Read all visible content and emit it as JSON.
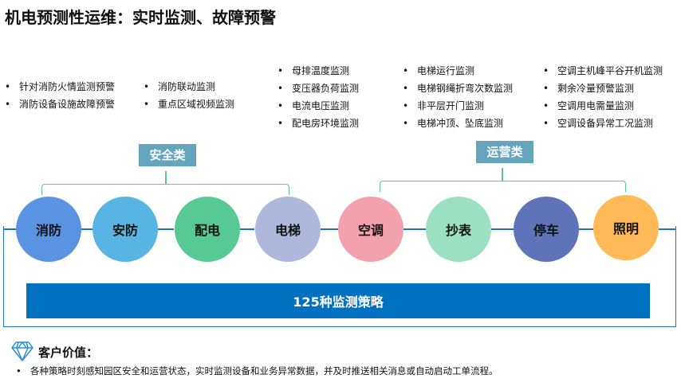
{
  "title": "机电预测性运维：实时监测、故障预警",
  "lists": [
    [
      "针对消防火情监测预警",
      "消防设备设施故障预警"
    ],
    [
      "消防联动监测",
      "重点区域视频监测"
    ],
    [
      "母排温度监测",
      "变压器负荷监测",
      "电流电压监测",
      "配电房环境监测"
    ],
    [
      "电梯运行监测",
      "电梯钢绳折弯次数监测",
      "非平层开门监测",
      "电梯冲顶、坠底监测"
    ],
    [
      "空调主机峰平谷开机监测",
      "剩余冷量预警监测",
      "空调用电需量监测",
      "空调设备异常工况监测"
    ]
  ],
  "categories": {
    "safety": "安全类",
    "operation": "运营类"
  },
  "systems": [
    {
      "label": "消防",
      "color": "#5b93e3"
    },
    {
      "label": "安防",
      "color": "#57b4e3"
    },
    {
      "label": "配电",
      "color": "#57c994"
    },
    {
      "label": "电梯",
      "color": "#aeb8dc"
    },
    {
      "label": "空调",
      "color": "#f3a1ac"
    },
    {
      "label": "抄表",
      "color": "#9be0c0"
    },
    {
      "label": "停车",
      "color": "#5f74b8"
    },
    {
      "label": "照明",
      "color": "#ffb957"
    }
  ],
  "strategy_bar": "125种监测策略",
  "value": {
    "heading": "客户价值：",
    "items": [
      "各种策略时刻感知园区安全和运营状态，实时监测设备和业务异常数据，并及时推送相关消息或自动启动工单流程。"
    ]
  }
}
